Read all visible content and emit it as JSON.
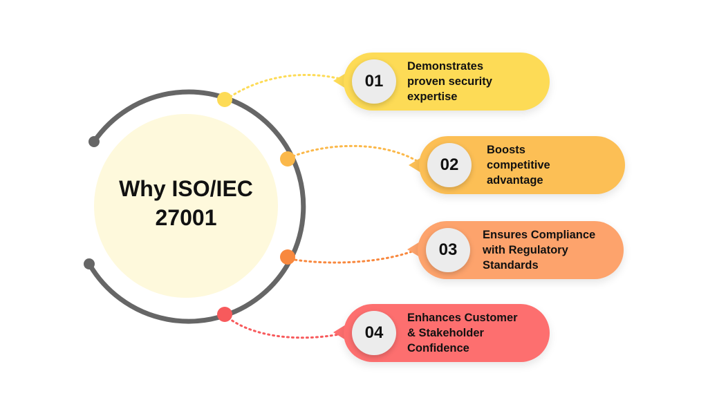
{
  "center": {
    "line1": "Why ISO/IEC",
    "line2": "27001"
  },
  "items": [
    {
      "number": "01",
      "line1": "Demonstrates",
      "line2": "proven security",
      "line3": "expertise",
      "color": "#FDDB56",
      "dot_color": "#FDDB56"
    },
    {
      "number": "02",
      "line1": "Boosts",
      "line2": "competitive",
      "line3": "advantage",
      "color": "#FCBF55",
      "dot_color": "#FBB84A"
    },
    {
      "number": "03",
      "line1": "Ensures Compliance",
      "line2": "with Regulatory",
      "line3": "Standards",
      "color": "#FDA36C",
      "dot_color": "#F8883E"
    },
    {
      "number": "04",
      "line1": "Enhances Customer",
      "line2": "& Stakeholder",
      "line3": "Confidence",
      "color": "#FD6F6F",
      "dot_color": "#F75A5C"
    }
  ],
  "colors": {
    "ring": "#666666",
    "center_fill": "#FEF9DC"
  }
}
